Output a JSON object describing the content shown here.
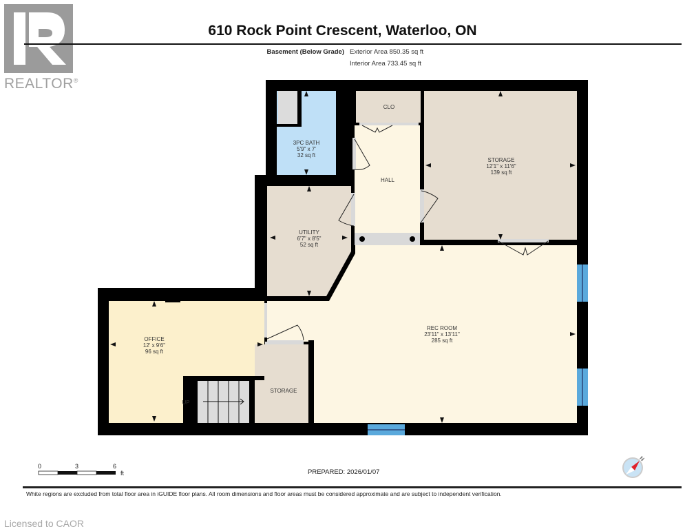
{
  "branding": {
    "logo_letter": "R",
    "logo_text": "REALTOR",
    "logo_reg": "®"
  },
  "header": {
    "title": "610 Rock Point Crescent, Waterloo, ON",
    "level": "Basement (Below Grade)",
    "exterior_area": "Exterior Area 850.35 sq ft",
    "interior_area": "Interior Area 733.45 sq ft"
  },
  "rooms": [
    {
      "name": "3PC BATH",
      "dims": "5'9\" x 7'",
      "area": "32 sq ft",
      "color": "#bfe0f7"
    },
    {
      "name": "CLO",
      "dims": "",
      "area": "",
      "color": "#e6ddd0"
    },
    {
      "name": "HALL",
      "dims": "",
      "area": "",
      "color": "#fdf6e3"
    },
    {
      "name": "STORAGE",
      "dims": "12'1\" x 11'6\"",
      "area": "139 sq ft",
      "color": "#e6ddd0"
    },
    {
      "name": "UTILITY",
      "dims": "6'7\" x 8'5\"",
      "area": "52 sq ft",
      "color": "#e6ddd0"
    },
    {
      "name": "REC ROOM",
      "dims": "23'11\" x 13'11\"",
      "area": "285 sq ft",
      "color": "#fdf6e3"
    },
    {
      "name": "OFFICE",
      "dims": "12' x 9'6\"",
      "area": "96 sq ft",
      "color": "#fcf0cc"
    },
    {
      "name": "STORAGE",
      "dims": "",
      "area": "",
      "color": "#e6ddd0"
    }
  ],
  "stairs": {
    "label": "UP"
  },
  "colors": {
    "wall": "#000000",
    "window": "#5aa9dc",
    "opening": "#d9d9d9",
    "stairs": "#dcdcdc"
  },
  "scale_bar": {
    "ticks": [
      "0",
      "3",
      "6"
    ],
    "unit": "ft"
  },
  "prepared": "PREPARED: 2026/01/07",
  "compass": {
    "label": "N"
  },
  "disclaimer": "White regions are excluded from total floor area in iGUIDE floor plans. All room dimensions and floor areas must be considered approximate and are subject to independent verification.",
  "license": "Licensed to CAOR"
}
